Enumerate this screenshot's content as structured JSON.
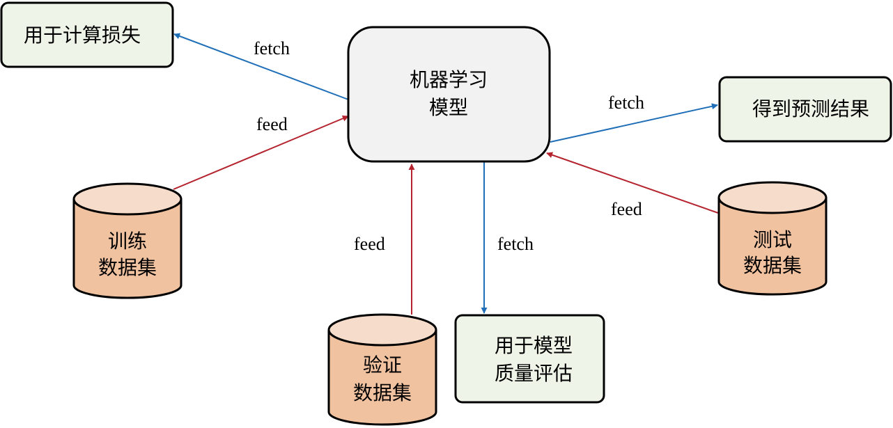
{
  "colors": {
    "feed_arrow": "#b5232e",
    "fetch_arrow": "#1f6fb8",
    "model_fill": "#f2f2f2",
    "output_fill": "#eef5e8",
    "dataset_top": "#f6dccb",
    "dataset_body": "#f1c2a0",
    "outline": "#000000"
  },
  "nodes": {
    "model": {
      "line1": "机器学习",
      "line2": "模型"
    },
    "loss_output": {
      "label": "用于计算损失"
    },
    "prediction_output": {
      "label": "得到预测结果"
    },
    "quality_output": {
      "line1": "用于模型",
      "line2": "质量评估"
    },
    "train_dataset": {
      "line1": "训练",
      "line2": "数据集"
    },
    "validation_dataset": {
      "line1": "验证",
      "line2": "数据集"
    },
    "test_dataset": {
      "line1": "测试",
      "line2": "数据集"
    }
  },
  "edges": {
    "model_to_loss": {
      "label": "fetch"
    },
    "train_to_model": {
      "label": "feed"
    },
    "model_to_prediction": {
      "label": "fetch"
    },
    "test_to_model": {
      "label": "feed"
    },
    "validation_to_model": {
      "label": "feed"
    },
    "model_to_quality": {
      "label": "fetch"
    }
  }
}
